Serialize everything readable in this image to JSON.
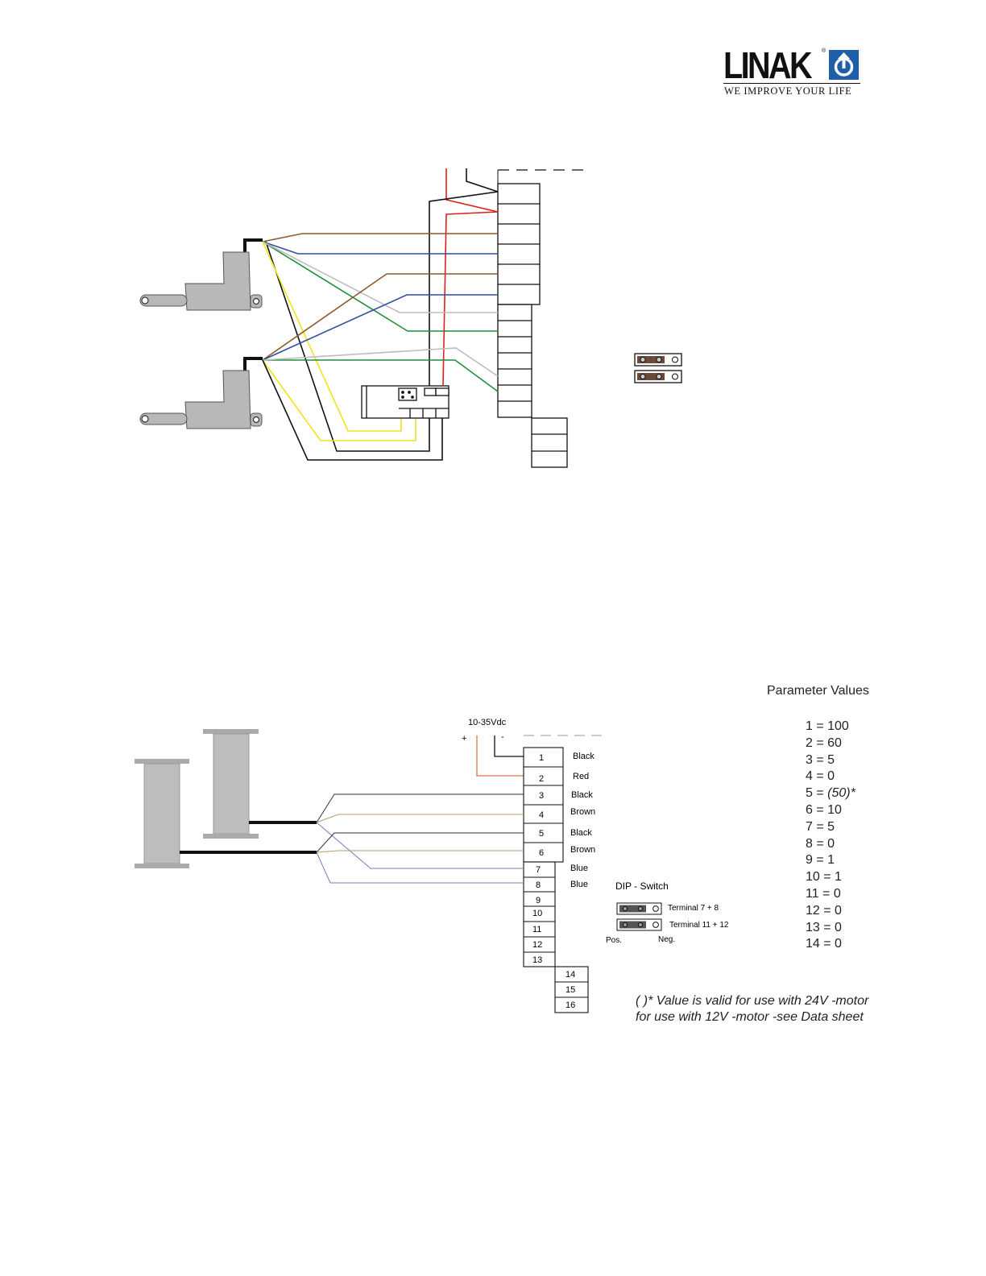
{
  "logo": {
    "wordmark": "LINAK",
    "registered": "®",
    "tagline": "WE IMPROVE YOUR LIFE"
  },
  "bottom_diagram": {
    "supply_label": "10-35Vdc",
    "plus": "+",
    "minus": "-",
    "terminals": [
      "1",
      "2",
      "3",
      "4",
      "5",
      "6",
      "7",
      "8",
      "9",
      "10",
      "11",
      "12",
      "13",
      "14",
      "15",
      "16"
    ],
    "wire_labels": [
      "Black",
      "Red",
      "Black",
      "Brown",
      "Black",
      "Brown",
      "Blue",
      "Blue"
    ],
    "dip_title": "DIP - Switch",
    "dip_rows": [
      "Terminal 7 + 8",
      "Terminal 11 + 12"
    ],
    "pos_label": "Pos.",
    "neg_label": "Neg."
  },
  "parameters": {
    "title": "Parameter Values",
    "rows": [
      {
        "text": "1 = 100"
      },
      {
        "text": "2 = 60"
      },
      {
        "text": "3 = 5"
      },
      {
        "text": "4 = 0"
      },
      {
        "prefix": "5 = ",
        "italic": "(50)*"
      },
      {
        "text": "6 = 10"
      },
      {
        "text": "7 = 5"
      },
      {
        "text": "8 = 0"
      },
      {
        "text": "9 = 1"
      },
      {
        "text": "10 = 1"
      },
      {
        "text": "11 = 0"
      },
      {
        "text": "12 = 0"
      },
      {
        "text": "13 = 0"
      },
      {
        "text": "14 = 0"
      }
    ],
    "footnote_line1": "( )* Value is valid for use with 24V -motor",
    "footnote_line2": "for use with 12V -motor -see Data sheet"
  },
  "colors": {
    "brown": "#8b5a2b",
    "blue": "#2f4f9f",
    "green": "#1f8f3a",
    "gray": "#bdbdbd",
    "yellow": "#f2e31b",
    "red": "#e0201b",
    "black": "#111111",
    "actuator": "#b8b8b8",
    "logo_blue": "#1f5ea8"
  }
}
